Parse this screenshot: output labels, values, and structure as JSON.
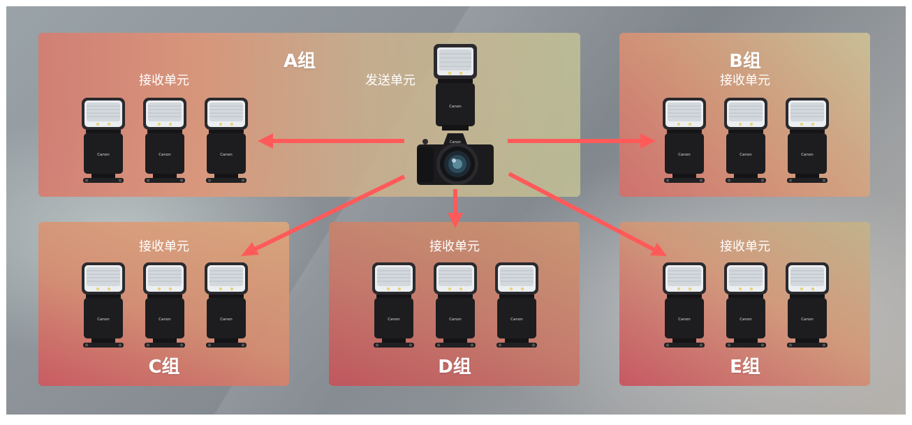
{
  "groups": {
    "A": {
      "title": "A组",
      "receiver_label": "接收单元"
    },
    "B": {
      "title": "B组",
      "receiver_label": "接收单元"
    },
    "C": {
      "title": "C组",
      "receiver_label": "接收单元"
    },
    "D": {
      "title": "D组",
      "receiver_label": "接收单元"
    },
    "E": {
      "title": "E组",
      "receiver_label": "接收单元"
    }
  },
  "transmitter": {
    "label": "发送单元",
    "brand": "Canon"
  },
  "flash_brand": "Canon",
  "colors": {
    "arrow": "#ff5a5a",
    "text": "#ffffff",
    "flash_body": "#1d1d20"
  }
}
